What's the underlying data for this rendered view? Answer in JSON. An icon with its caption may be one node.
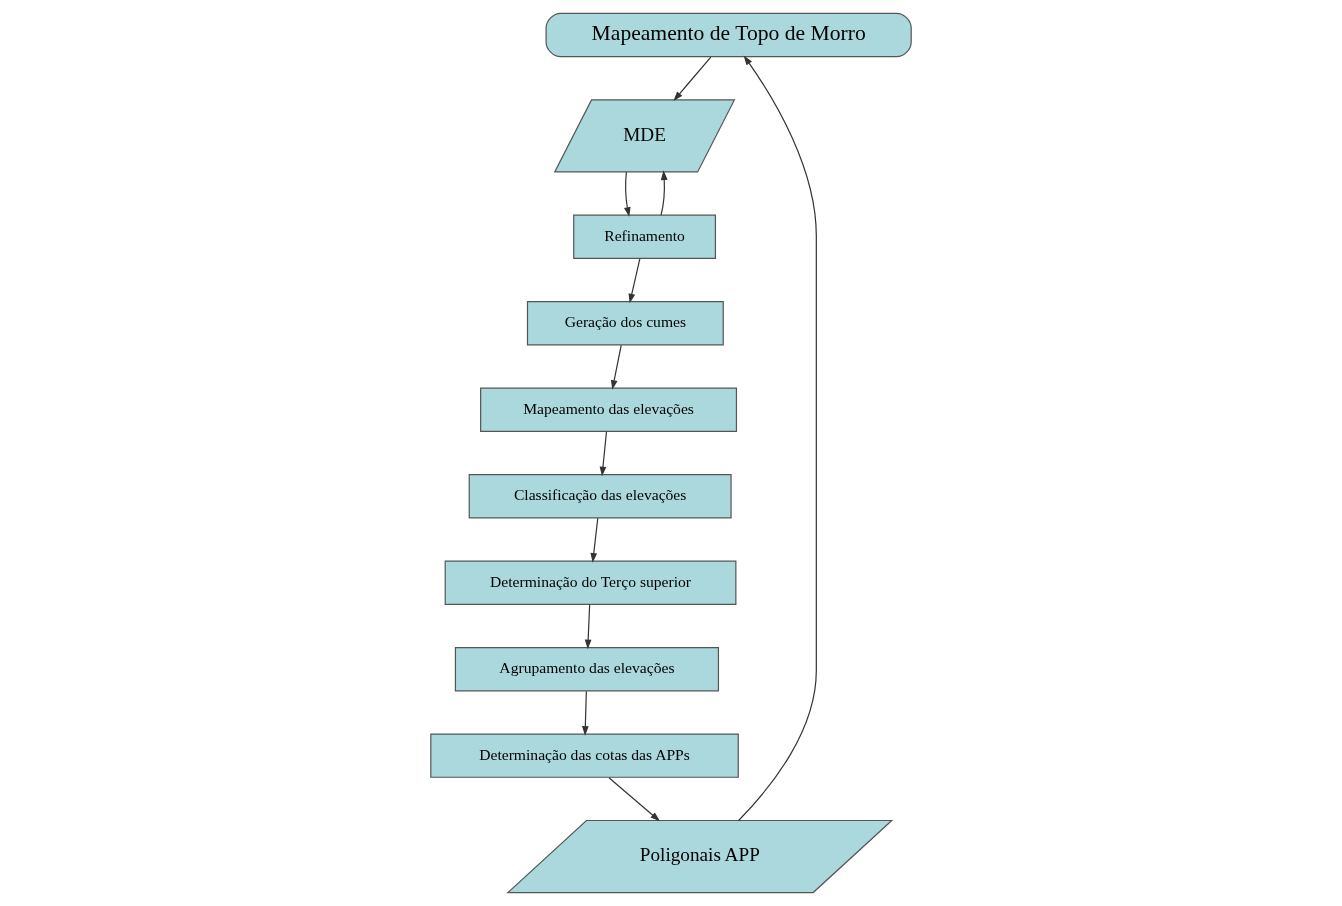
{
  "diagram": {
    "nodes": [
      {
        "text": [
          "Mapeamento de Topo de Morro"
        ]
      },
      {
        "text": [
          "MDE"
        ]
      },
      {
        "text": [
          "Refinamento"
        ]
      },
      {
        "text": [
          "Geração dos cumes"
        ]
      },
      {
        "text": [
          "Mapeamento das elevações"
        ]
      },
      {
        "text": [
          "Classificação das elevações"
        ]
      },
      {
        "text": [
          "Determinação do Terço superior"
        ]
      },
      {
        "text": [
          "Agrupamento das elevações"
        ]
      },
      {
        "text": [
          "Determinação das cotas das APPs"
        ]
      },
      {
        "text": [
          "Poligonais APP"
        ]
      }
    ],
    "edges": [
      {
        "from": 0,
        "to": 1,
        "arrow": "to"
      },
      {
        "from": 1,
        "to": 2,
        "arrow": "to"
      },
      {
        "from": 2,
        "to": 1,
        "arrow": "to"
      },
      {
        "from": 2,
        "to": 3,
        "arrow": "to"
      },
      {
        "from": 3,
        "to": 4,
        "arrow": "to"
      },
      {
        "from": 4,
        "to": 5,
        "arrow": "to"
      },
      {
        "from": 5,
        "to": 6,
        "arrow": "to"
      },
      {
        "from": 6,
        "to": 7,
        "arrow": "to"
      },
      {
        "from": 7,
        "to": 8,
        "arrow": "to"
      },
      {
        "from": 8,
        "to": 9,
        "arrow": "to"
      },
      {
        "from": 9,
        "to": 0,
        "arrow": "to"
      }
    ]
  }
}
